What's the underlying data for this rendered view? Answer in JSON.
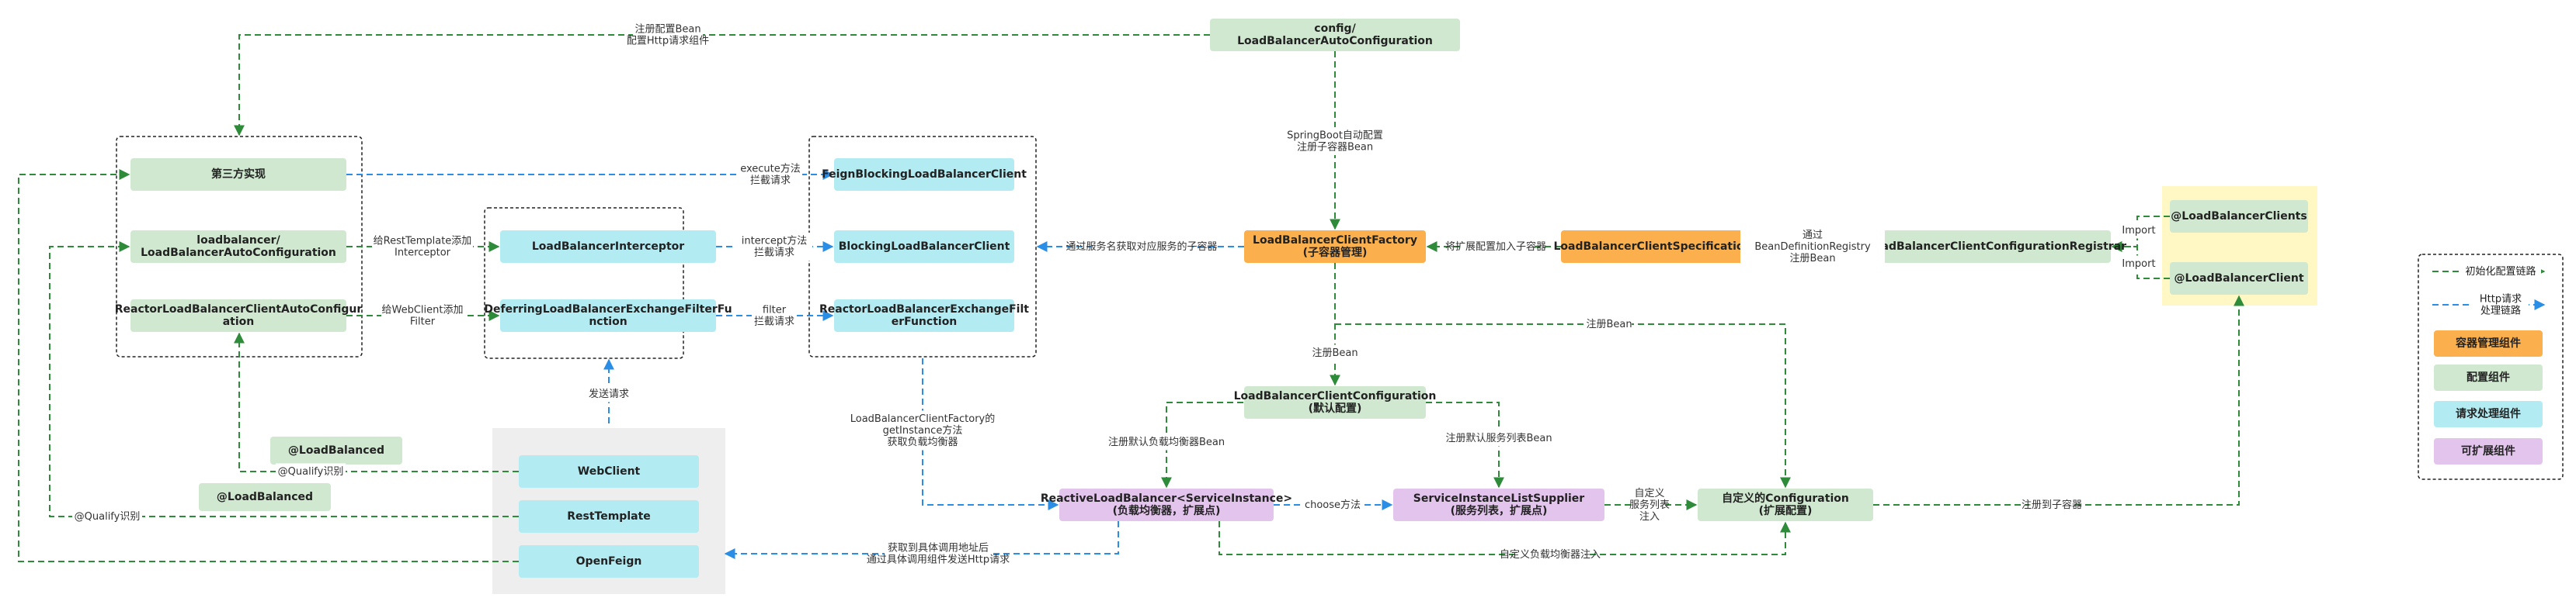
{
  "colors": {
    "green": "#cfe8cf",
    "cyan": "#b3ebf2",
    "orange": "#fbb04d",
    "purple": "#e3c4ec",
    "gray_panel": "#eeeeee",
    "yellow_panel": "#fff7c4",
    "init_line": "#2e8b3a",
    "req_line": "#2b8ee6"
  },
  "nodes": {
    "autoconfig_top": "config/\nLoadBalancerAutoConfiguration",
    "third_party": "第三方实现",
    "lb_autoconfig": "loadbalancer/\nLoadBalancerAutoConfiguration",
    "reactor_autoconfig": "ReactorLoadBalancerClientAutoConfigur\nation",
    "lb_interceptor": "LoadBalancerInterceptor",
    "deferring_filter": "DeferringLoadBalancerExchangeFilterFu\nnction",
    "feign_client": "FeignBlockingLoadBalancerClient",
    "blocking_client": "BlockingLoadBalancerClient",
    "reactor_filter": "ReactorLoadBalancerExchangeFilt\nerFunction",
    "client_factory": "LoadBalancerClientFactory\n(子容器管理)",
    "client_spec": "LoadBalancerClientSpecification",
    "config_registrar": "LoadBalancerClientConfigurationRegistrar",
    "ann_clients": "@LoadBalancerClients",
    "ann_client": "@LoadBalancerClient",
    "client_config": "LoadBalancerClientConfiguration\n(默认配置)",
    "reactive_lb": "ReactiveLoadBalancer<ServiceInstance>\n(负载均衡器，扩展点)",
    "supplier": "ServiceInstanceListSupplier\n(服务列表，扩展点)",
    "custom_config": "自定义的Configuration\n(扩展配置)",
    "webclient": "WebClient",
    "resttemplate": "RestTemplate",
    "openfeign": "OpenFeign",
    "ann_lb_1": "@LoadBalanced",
    "ann_lb_2": "@LoadBalanced"
  },
  "edge_labels": {
    "register_bean_top": "注册配置Bean\n配置Http请求组件",
    "springboot_auto": "SpringBoot自动配置\n注册子容器Bean",
    "execute": "execute方法\n拦截请求",
    "intercept": "intercept方法\n拦截请求",
    "filter": "filter\n拦截请求",
    "add_resttemplate": "给RestTemplate添加\nInterceptor",
    "add_webclient": "给WebClient添加\nFilter",
    "get_subcontainer": "通过服务名获取对应服务的子容器",
    "add_to_sub": "将扩展配置加入子容器",
    "via_registry": "通过\nBeanDefinitionRegistry\n注册Bean",
    "import_1": "Import",
    "import_2": "Import",
    "register_bean_1": "注册Bean",
    "register_bean_2": "注册Bean",
    "send_request": "发送请求",
    "qualify_1": "@Qualify识别",
    "qualify_2": "@Qualify识别",
    "get_instance": "LoadBalancerClientFactory的\ngetInstance方法\n获取负载均衡器",
    "register_default_lb": "注册默认负载均衡器Bean",
    "register_default_list": "注册默认服务列表Bean",
    "choose": "choose方法",
    "custom_list": "自定义\n服务列表\n注入",
    "register_to_sub": "注册到子容器",
    "get_address": "获取到具体调用地址后\n通过具体调用组件发送Http请求",
    "custom_lb_inject": "自定义负载均衡器注入"
  },
  "legend": {
    "init_chain": "初始化配置链路",
    "http_chain": "Http请求\n处理链路",
    "container_mgmt": "容器管理组件",
    "config_comp": "配置组件",
    "req_comp": "请求处理组件",
    "ext_comp": "可扩展组件"
  }
}
